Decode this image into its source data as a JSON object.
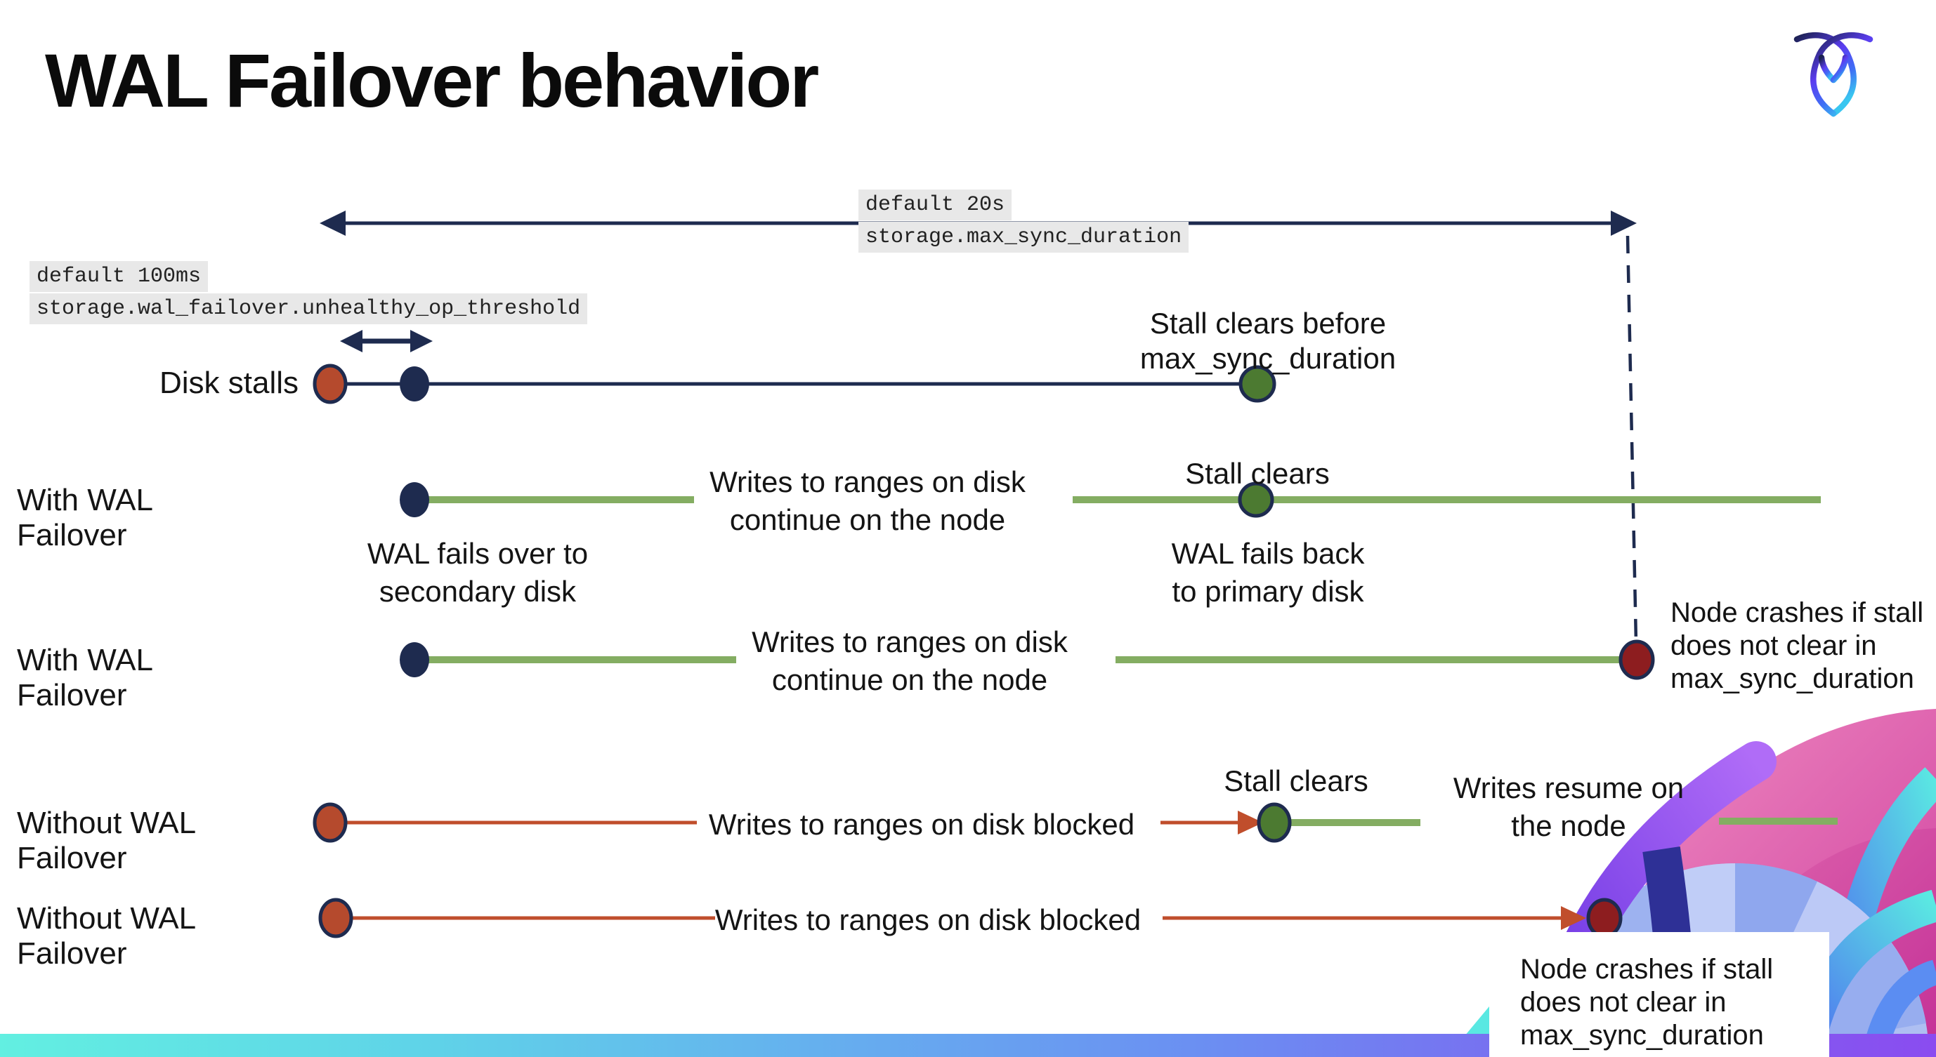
{
  "slide": {
    "title": "WAL Failover behavior"
  },
  "colors": {
    "navy": "#1e2b4f",
    "green_line": "#84ad62",
    "green_dot": "#4c7a31",
    "red_orange": "#b54a2d",
    "red_line": "#c04e2c",
    "dark_red": "#8d1d1f",
    "code_bg": "#e8e8e8",
    "text": "#121212"
  },
  "config_labels": {
    "max_sync_default": "default 20s",
    "max_sync_setting": "storage.max_sync_duration",
    "unhealthy_default": "default 100ms",
    "unhealthy_setting": "storage.wal_failover.unhealthy_op_threshold"
  },
  "rows": [
    {
      "label": "Disk stalls"
    },
    {
      "label": "With WAL Failover"
    },
    {
      "label": "With WAL Failover"
    },
    {
      "label": "Without WAL Failover"
    },
    {
      "label": "Without WAL Failover"
    }
  ],
  "notes": {
    "stall_clears_before_1": "Stall clears before",
    "stall_clears_before_2": "max_sync_duration",
    "stall_clears": "Stall clears",
    "writes_continue_1": "Writes to ranges on disk",
    "writes_continue_2": "continue on the node",
    "wal_fails_over_1": "WAL fails over to",
    "wal_fails_over_2": "secondary disk",
    "wal_fails_back_1": "WAL fails  back",
    "wal_fails_back_2": "to primary disk",
    "writes_blocked": "Writes to ranges on disk  blocked",
    "writes_resume_1": "Writes resume on",
    "writes_resume_2": "the node",
    "node_crashes_1": "Node crashes if stall",
    "node_crashes_2": "does not clear in",
    "node_crashes_3": "max_sync_duration"
  }
}
